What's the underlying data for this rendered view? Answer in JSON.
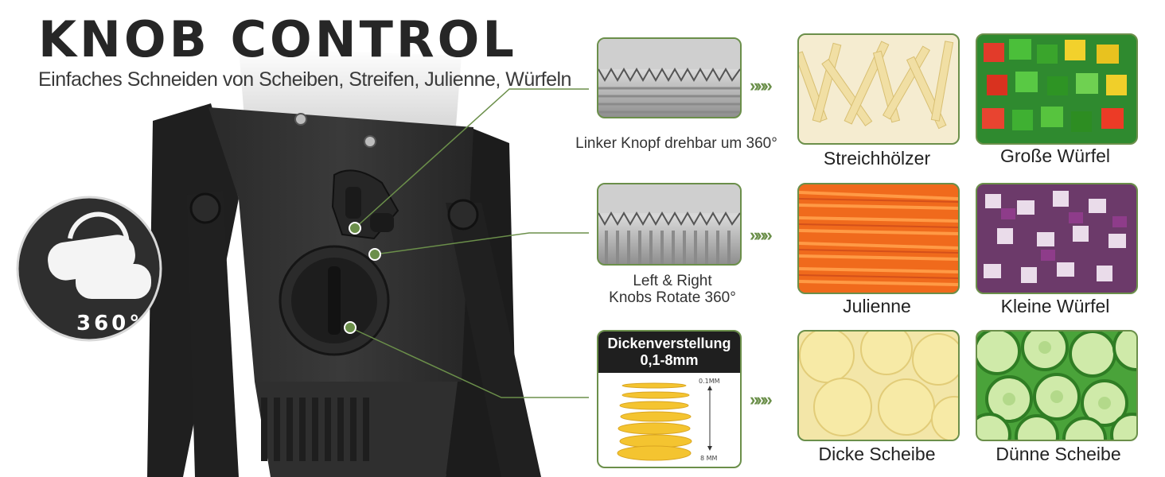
{
  "header": {
    "title": "KNOB CONTROL",
    "subtitle": "Einfaches Schneiden von Scheiben, Streifen, Julienne, Würfeln"
  },
  "knob_detail": {
    "rotation_label": "360°"
  },
  "rows": [
    {
      "caption": "Linker Knopf drehbar um 360°",
      "outputs": [
        {
          "label": "Streichhölzer",
          "image": "matchstick-potatoes"
        },
        {
          "label": "Große Würfel",
          "image": "large-diced-peppers"
        }
      ]
    },
    {
      "caption_line1": "Left & Right",
      "caption_line2": "Knobs Rotate 360°",
      "outputs": [
        {
          "label": "Julienne",
          "image": "julienne-carrots"
        },
        {
          "label": "Kleine Würfel",
          "image": "small-diced-onions"
        }
      ]
    },
    {
      "thickness": {
        "heading_line1": "Dickenverstellung",
        "heading_line2": "0,1-8mm",
        "min_label": "0.1MM",
        "max_label": "8 MM"
      },
      "outputs": [
        {
          "label": "Dicke Scheibe",
          "image": "thick-potato-slices"
        },
        {
          "label": "Dünne Scheibe",
          "image": "thin-cucumber-slices"
        }
      ]
    }
  ],
  "arrow_glyph": "»»»",
  "colors": {
    "accent": "#6b8f4a",
    "dark": "#262626"
  }
}
